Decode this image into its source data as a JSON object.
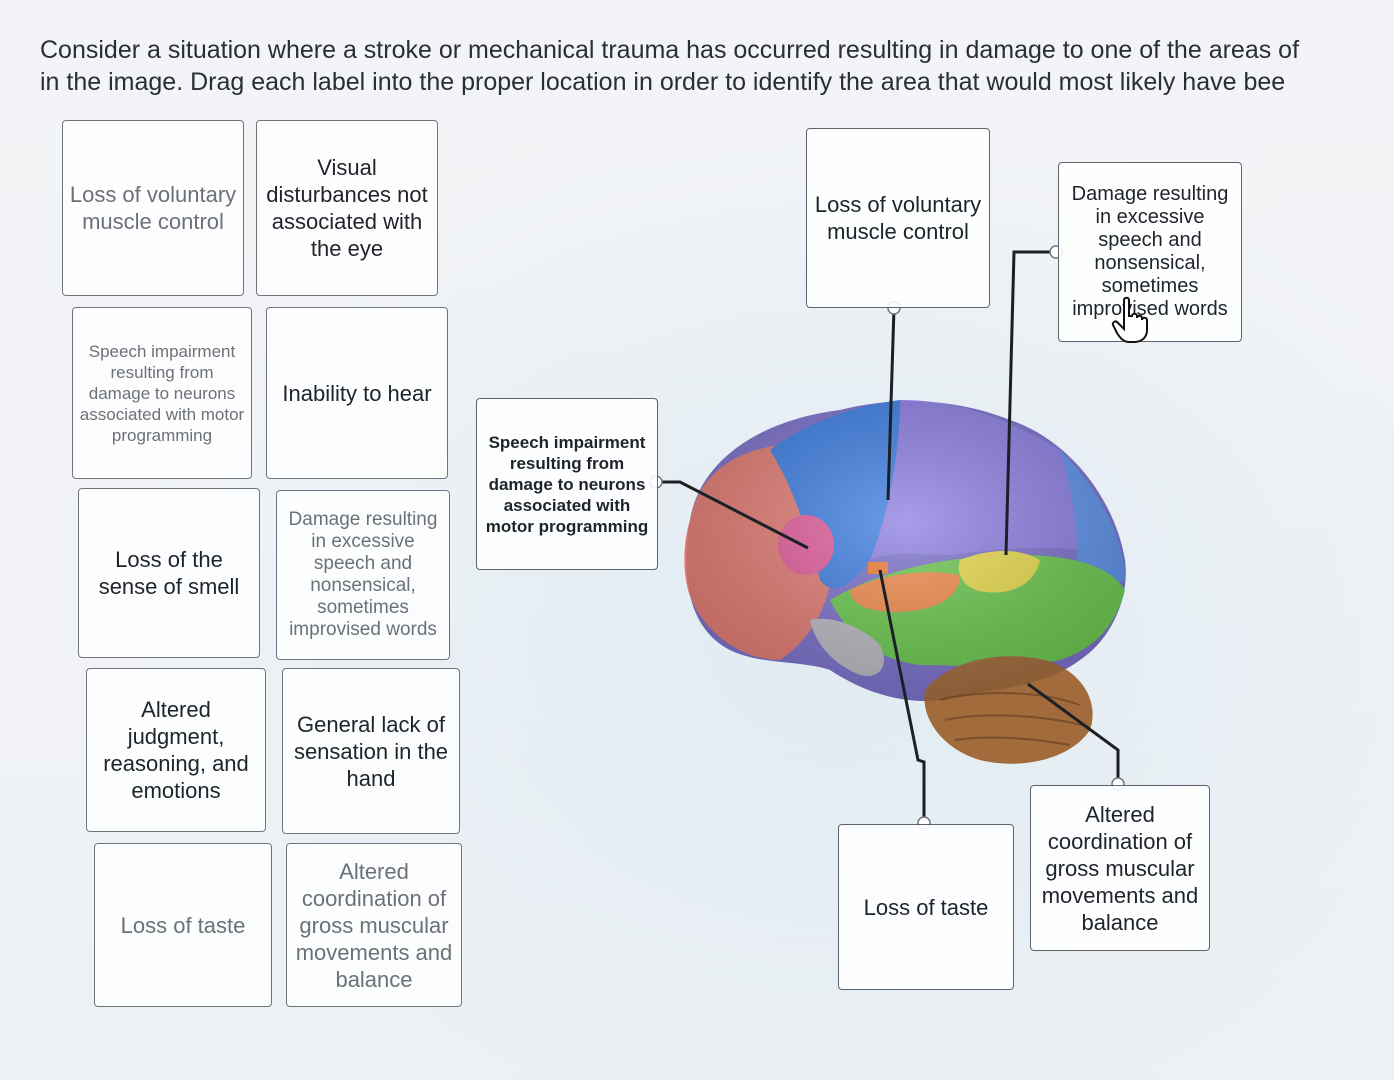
{
  "prompt": {
    "line1": "Consider a situation where a stroke or mechanical trauma has occurred resulting in damage to one of the areas of",
    "line2": "in the image. Drag each label into the proper location in order to identify the area that would most likely have bee"
  },
  "label_bank": [
    {
      "text": "Loss of voluntary muscle control"
    },
    {
      "text": "Visual disturbances not associated with the eye"
    },
    {
      "text": "Speech impairment resulting from damage to neurons associated with motor programming"
    },
    {
      "text": "Inability to hear"
    },
    {
      "text": "Loss of the sense of smell"
    },
    {
      "text": "Damage resulting in excessive speech and nonsensical, sometimes improvised words"
    },
    {
      "text": "Altered judgment, reasoning, and emotions"
    },
    {
      "text": "General lack of sensation in the hand"
    },
    {
      "text": "Loss of taste"
    },
    {
      "text": "Altered coordination of gross muscular movements and balance"
    }
  ],
  "placed_labels": [
    {
      "text": "Loss of voluntary muscle control"
    },
    {
      "text": "Damage resulting in excessive speech and nonsensical, sometimes improvised words"
    },
    {
      "text": "Speech impairment resulting from damage to neurons associated with motor programming"
    },
    {
      "text": "Loss of taste"
    },
    {
      "text": "Altered coordination of gross muscular movements and balance"
    }
  ],
  "icons": {
    "cursor": "hand-pointer-icon",
    "image": "brain-lobes-image"
  },
  "colors": {
    "tile_border": "#6f7680",
    "leader_line": "#1b1f26",
    "text": "#1f242c"
  }
}
